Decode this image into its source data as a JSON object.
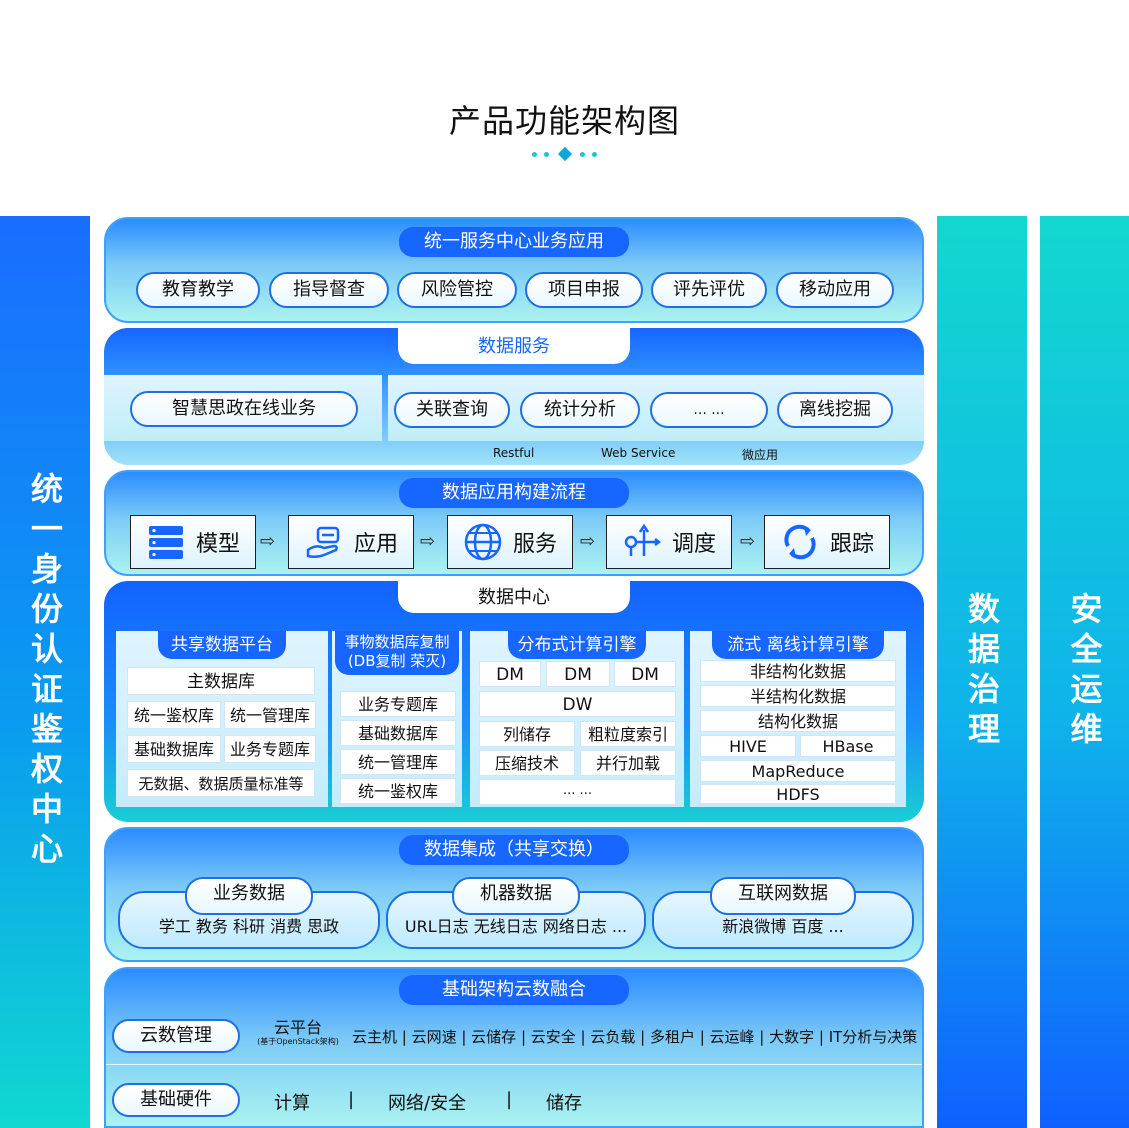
{
  "header": {
    "title": "产品功能架构图"
  },
  "sides": {
    "left": "统一身份认证鉴权中心",
    "governance": "数据治理",
    "operations": "安全运维"
  },
  "app_layer": {
    "title": "统一服务中心业务应用",
    "items": [
      "教育教学",
      "指导督查",
      "风险管控",
      "项目申报",
      "评先评优",
      "移动应用"
    ]
  },
  "data_service": {
    "title": "数据服务",
    "left_item": "智慧思政在线业务",
    "items": [
      "关联查询",
      "统计分析",
      "... ...",
      "离线挖掘"
    ],
    "protocols": [
      "Restful",
      "Web Service",
      "微应用"
    ]
  },
  "build_flow": {
    "title": "数据应用构建流程",
    "steps": [
      {
        "label": "模型",
        "icon": "layers-icon"
      },
      {
        "label": "应用",
        "icon": "hand-app-icon"
      },
      {
        "label": "服务",
        "icon": "globe-icon"
      },
      {
        "label": "调度",
        "icon": "schedule-icon"
      },
      {
        "label": "跟踪",
        "icon": "refresh-icon"
      }
    ],
    "arrow": "⇨"
  },
  "data_center": {
    "title": "数据中心",
    "shared": {
      "title": "共享数据平台",
      "main": "主数据库",
      "row1": [
        "统一鉴权库",
        "统一管理库"
      ],
      "row2": [
        "基础数据库",
        "业务专题库"
      ],
      "bottom": "无数据、数据质量标准等"
    },
    "db_copy": {
      "title_line1": "事物数据库复制",
      "title_line2": "(DB复制 荣灭)",
      "items": [
        "业务专题库",
        "基础数据库",
        "统一管理库",
        "统一鉴权库"
      ]
    },
    "distributed": {
      "title": "分布式计算引擎",
      "dm": [
        "DM",
        "DM",
        "DM"
      ],
      "dw": "DW",
      "row1": [
        "列储存",
        "粗粒度索引"
      ],
      "row2": [
        "压缩技术",
        "并行加载"
      ],
      "more": "... ..."
    },
    "stream": {
      "title": "流式 离线计算引擎",
      "items": [
        "非结构化数据",
        "半结构化数据",
        "结构化数据"
      ],
      "hive": "HIVE",
      "hbase": "HBase",
      "mapreduce": "MapReduce",
      "hdfs": "HDFS"
    }
  },
  "integration": {
    "title": "数据集成（共享交换）",
    "groups": [
      {
        "label": "业务数据",
        "items": "学工  教务  科研  消费  思政"
      },
      {
        "label": "机器数据",
        "items": "URL日志  无线日志  网络日志 ..."
      },
      {
        "label": "互联网数据",
        "items": "新浪微博  百度 ..."
      }
    ]
  },
  "infra": {
    "title": "基础架构云数融合",
    "cloud_mgmt": "云数管理",
    "cloud_platform": "云平台",
    "cloud_platform_note": "(基于OpenStack架构)",
    "cloud_items": "云主机 | 云网速 | 云储存 | 云安全 | 云负载 | 多租户 | 云运峰 | 大数字 | IT分析与决策",
    "hardware": "基础硬件",
    "hw_items": [
      "计算",
      "|",
      "网络/安全",
      "|",
      "储存"
    ]
  },
  "colors": {
    "primary": "#1766ff",
    "accent": "#13d7cf",
    "border": "#1f6fe0"
  }
}
